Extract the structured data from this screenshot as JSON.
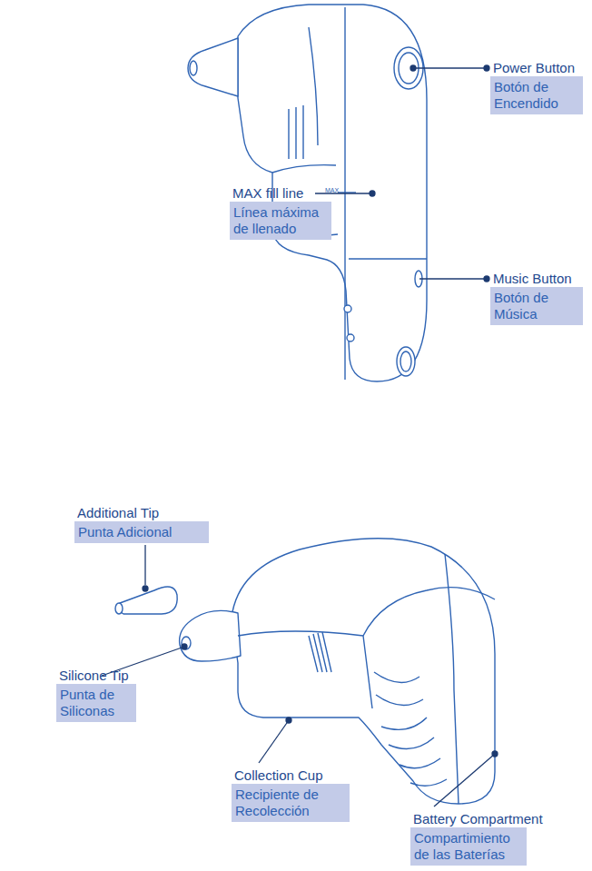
{
  "diagram": {
    "labels": [
      "Power Button",
      "Botón de Encendido",
      "MAX",
      "MAX fill line",
      "Línea máxima de llenado",
      "Music Button",
      "Botón de Música",
      "Additional Tip",
      "Punta Adicional",
      "Silicone Tip",
      "Punta de Siliconas",
      "Collection Cup",
      "Recipiente de Recolección",
      "Battery Compartment",
      "Compartimiento de las Baterías"
    ]
  }
}
